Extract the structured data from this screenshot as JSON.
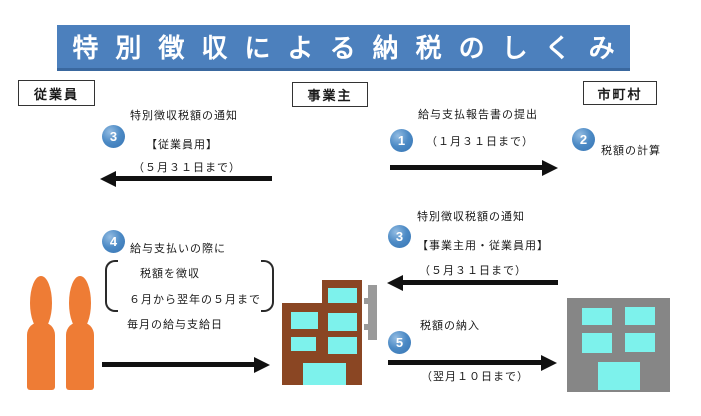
{
  "title": "特別徴収による納税のしくみ",
  "entities": {
    "employee": "従業員",
    "employer": "事業主",
    "municipality": "市町村"
  },
  "steps": {
    "step1": {
      "number": "1",
      "label": "給与支払報告書の提出",
      "deadline": "（１月３１日まで）"
    },
    "step2": {
      "number": "2",
      "label": "税額の計算"
    },
    "step3_employee": {
      "number": "3",
      "label": "特別徴収税額の通知",
      "target": "【従業員用】",
      "deadline": "（５月３１日まで）"
    },
    "step3_employer": {
      "number": "3",
      "label": "特別徴収税額の通知",
      "target": "【事業主用・従業員用】",
      "deadline": "（５月３１日まで）"
    },
    "step4": {
      "number": "4",
      "label": "給与支払いの際に",
      "bracket_line1": "税額を徴収",
      "bracket_line2": "６月から翌年の５月まで",
      "schedule": "毎月の給与支給日"
    },
    "step5": {
      "number": "5",
      "label": "税額の納入",
      "deadline": "（翌月１０日まで）"
    }
  },
  "icons": {
    "employees": "two-employee-figures",
    "employer_building": "employer-office-building",
    "municipality_building": "municipality-office-building"
  },
  "colors": {
    "banner": "#4c80bd",
    "badge": "#3f81c1",
    "person": "#ee7c35",
    "employer_building": "#8a4623",
    "municipality_building": "#868686",
    "window": "#7df2ec",
    "arrow": "#111111"
  }
}
